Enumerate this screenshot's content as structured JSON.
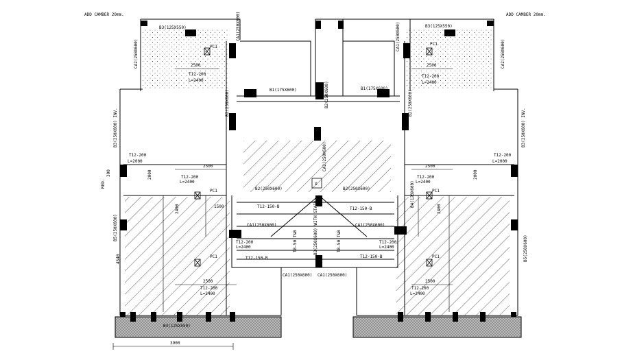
{
  "notes": {
    "camber_left": "ADD CAMBER 20mm.",
    "camber_right": "ADD CAMBER 20mm."
  },
  "beams": {
    "b1_left": "B1(175X600)",
    "b1_right": "B1(175X600)",
    "b2_left": "B2(250X600)",
    "b2_right": "B2(250X600)",
    "b3_top_left": "B3(125X550)",
    "b3_top_right": "B3(125X550)",
    "b3_side_left": "B3(250X600) INV.",
    "b3_side_right": "B3(250X600) INV.",
    "b4": "B4(120X600)",
    "b5_left": "B5(250X600)",
    "b5_right": "B5(250X600)",
    "b2_center": "B2(250X600)",
    "b2_center_right": "B2(250X600)",
    "b3_bottom": "B3(125X550)",
    "b4_stair": "B3(250X600) WITH STAIR",
    "b2_vertical_left": "B2(250X600)",
    "b2_vertical_right": "B2(250X600)"
  },
  "cantilevers": {
    "ca_top_left": "CA1(250X600)",
    "ca_top_right": "CA1(250X600)",
    "ca2_left": "CA2(250X600)",
    "ca2_right": "CA2(250X600)",
    "ca1_mid_left": "CA1(250X600)",
    "ca1_mid_right": "CA1(250X600)",
    "ca1_bot_left": "CA1(250X600)",
    "ca1_bot_right": "CA1(250X600)",
    "ca2_center": "CA2(250X600)"
  },
  "rebars": {
    "t12_200": "T12-200",
    "l2400": "L=2400",
    "l2000": "L=2000",
    "t12_150": "T12-150-B",
    "t12_150_short": "T12-150-B",
    "t8_150": "T8-50 T&B"
  },
  "labels": {
    "pc1": "PC1",
    "dim_2500": "2500",
    "dim_2000": "2000",
    "dim_3900": "3900",
    "dim_4540": "4540",
    "dim_2400": "2400",
    "dim_300": "300",
    "red": "RED.",
    "dim_1500": "1500",
    "x": "X"
  },
  "colors": {
    "ink": "#000000",
    "background": "#ffffff",
    "hatch": "#333333"
  }
}
